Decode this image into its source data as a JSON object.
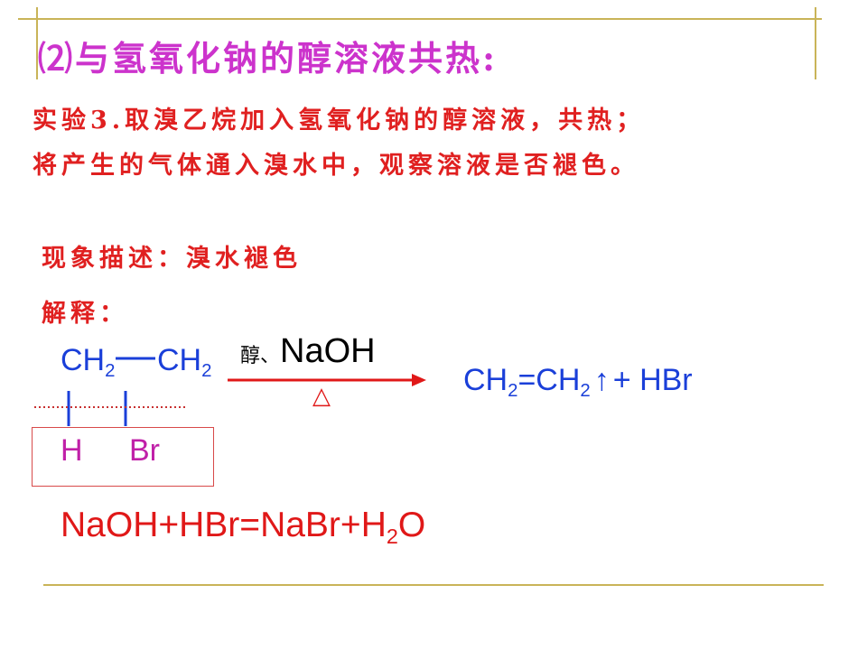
{
  "title": "⑵与氢氧化钠的醇溶液共热:",
  "experiment": {
    "line1": "实验3.取溴乙烷加入氢氧化钠的醇溶液，共热；",
    "line2": "将产生的气体通入溴水中，观察溶液是否褪色。"
  },
  "phenomenon": "现象描述：溴水褪色",
  "explanation_label": "解释：",
  "reaction": {
    "reactant_left": "CH",
    "reactant_left_sub": "2",
    "reactant_right": "CH",
    "reactant_right_sub": "2",
    "condition_solvent": "醇、",
    "condition_base": "NaOH",
    "condition_heat": "△",
    "leaving_h": "H",
    "leaving_br": "Br",
    "product_a": "CH",
    "product_a_sub": "2",
    "product_eq": "=CH",
    "product_b_sub": "2",
    "gas_arrow": "↑",
    "product_rest": "+ HBr"
  },
  "neutralization": {
    "part1": "NaOH+HBr=NaBr+H",
    "sub": "2",
    "part2": "O"
  },
  "colors": {
    "title": "#cc33cc",
    "text_red": "#e02020",
    "formula_blue": "#1a3fd9",
    "rule_gold": "#c9b458"
  }
}
